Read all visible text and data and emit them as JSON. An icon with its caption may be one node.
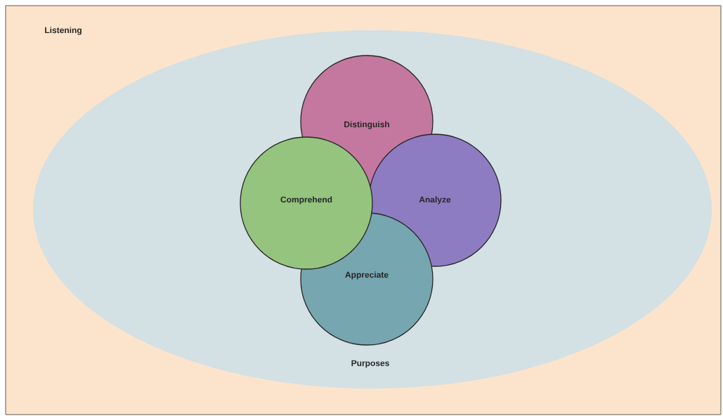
{
  "diagram": {
    "nodes": [
      {
        "text": [
          "Listening"
        ]
      },
      {
        "text": [
          "Purposes"
        ],
        "in": 0
      },
      {
        "text": [
          "Distinguish"
        ],
        "in": 1
      },
      {
        "text": [
          "Comprehend"
        ],
        "in": 1
      },
      {
        "text": [
          "Analyze"
        ],
        "in": 1
      },
      {
        "text": [
          "Appreciate"
        ],
        "in": 1
      }
    ]
  }
}
